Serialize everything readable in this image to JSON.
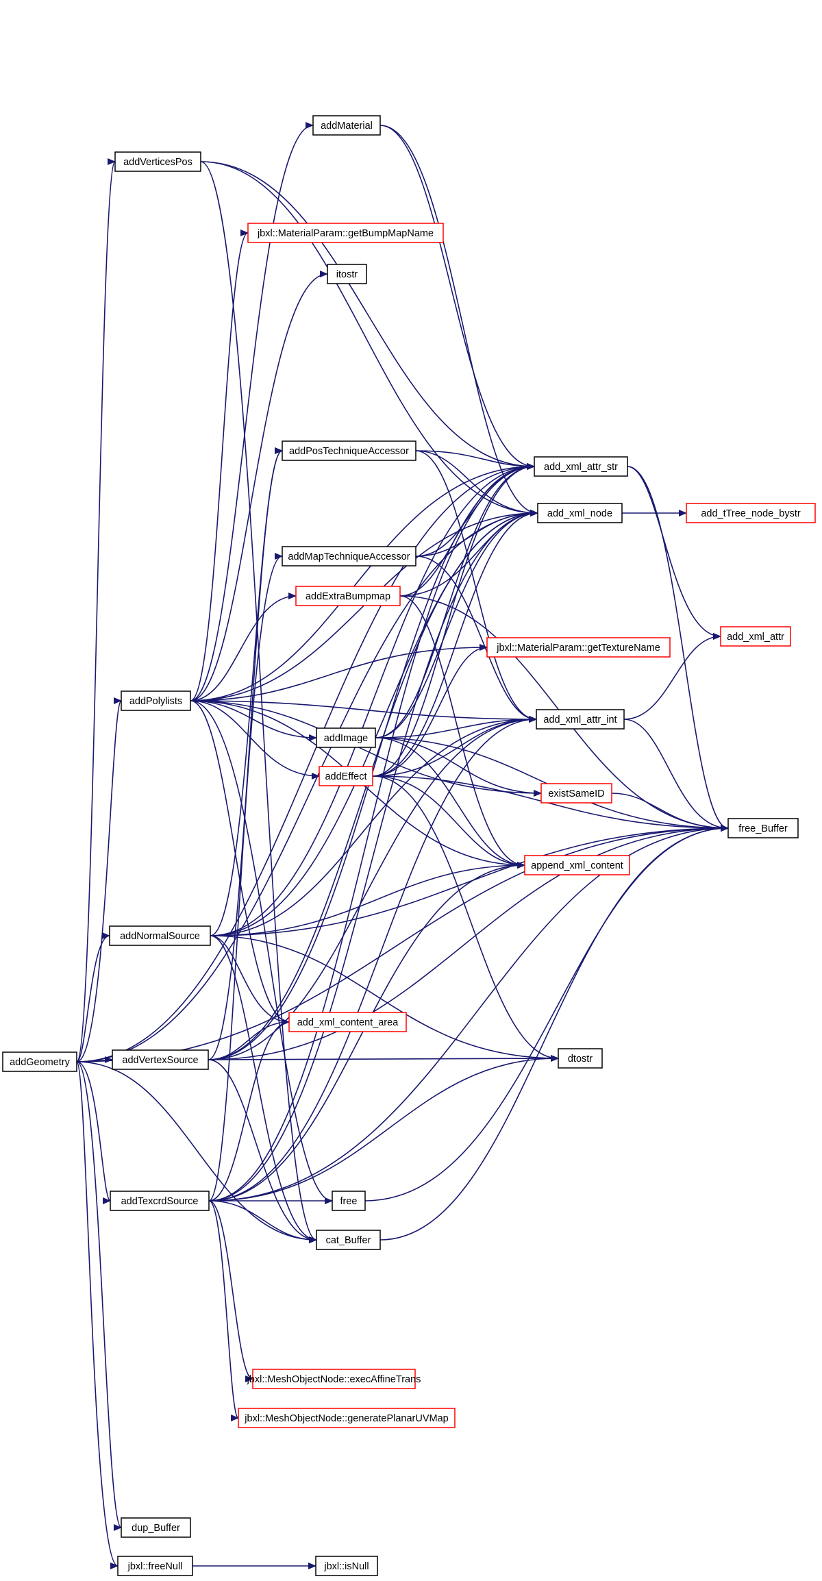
{
  "colors": {
    "edge": "#191970",
    "node_border": "#000000",
    "node_border_truncated": "#ff0000",
    "root_fill": "#bfbfbf",
    "node_fill": "#ffffff"
  },
  "nodes": [
    {
      "id": "addGeometry",
      "label": "addGeometry",
      "kind": "root"
    },
    {
      "id": "addVerticesPos",
      "label": "addVerticesPos",
      "kind": "normal"
    },
    {
      "id": "addPolylists",
      "label": "addPolylists",
      "kind": "normal"
    },
    {
      "id": "addNormalSource",
      "label": "addNormalSource",
      "kind": "normal"
    },
    {
      "id": "addVertexSource",
      "label": "addVertexSource",
      "kind": "normal"
    },
    {
      "id": "addTexcrdSource",
      "label": "addTexcrdSource",
      "kind": "normal"
    },
    {
      "id": "dup_Buffer",
      "label": "dup_Buffer",
      "kind": "normal"
    },
    {
      "id": "freeNull",
      "label": "jbxl::freeNull",
      "kind": "normal"
    },
    {
      "id": "addMaterial",
      "label": "addMaterial",
      "kind": "normal"
    },
    {
      "id": "getBumpMapName",
      "label": "jbxl::MaterialParam::getBumpMapName",
      "kind": "truncated"
    },
    {
      "id": "itostr",
      "label": "itostr",
      "kind": "normal"
    },
    {
      "id": "addPosTechniqueAccessor",
      "label": "addPosTechniqueAccessor",
      "kind": "normal"
    },
    {
      "id": "addMapTechniqueAccessor",
      "label": "addMapTechniqueAccessor",
      "kind": "normal"
    },
    {
      "id": "addExtraBumpmap",
      "label": "addExtraBumpmap",
      "kind": "truncated"
    },
    {
      "id": "addImage",
      "label": "addImage",
      "kind": "normal"
    },
    {
      "id": "addEffect",
      "label": "addEffect",
      "kind": "truncated"
    },
    {
      "id": "add_xml_content_area",
      "label": "add_xml_content_area",
      "kind": "truncated"
    },
    {
      "id": "free",
      "label": "free",
      "kind": "normal"
    },
    {
      "id": "cat_Buffer",
      "label": "cat_Buffer",
      "kind": "normal"
    },
    {
      "id": "execAffineTrans",
      "label": "jbxl::MeshObjectNode::execAffineTrans",
      "kind": "truncated"
    },
    {
      "id": "generatePlanarUVMap",
      "label": "jbxl::MeshObjectNode::generatePlanarUVMap",
      "kind": "truncated"
    },
    {
      "id": "isNull",
      "label": "jbxl::isNull",
      "kind": "normal"
    },
    {
      "id": "add_xml_attr_str",
      "label": "add_xml_attr_str",
      "kind": "normal"
    },
    {
      "id": "add_xml_node",
      "label": "add_xml_node",
      "kind": "normal"
    },
    {
      "id": "getTextureName",
      "label": "jbxl::MaterialParam::getTextureName",
      "kind": "truncated"
    },
    {
      "id": "add_xml_attr_int",
      "label": "add_xml_attr_int",
      "kind": "normal"
    },
    {
      "id": "existSameID",
      "label": "existSameID",
      "kind": "truncated"
    },
    {
      "id": "append_xml_content",
      "label": "append_xml_content",
      "kind": "truncated"
    },
    {
      "id": "dtostr",
      "label": "dtostr",
      "kind": "normal"
    },
    {
      "id": "add_tTree_node_bystr",
      "label": "add_tTree_node_bystr",
      "kind": "truncated"
    },
    {
      "id": "add_xml_attr",
      "label": "add_xml_attr",
      "kind": "truncated"
    },
    {
      "id": "free_Buffer",
      "label": "free_Buffer",
      "kind": "normal"
    }
  ],
  "edges": [
    [
      "addGeometry",
      "addVerticesPos"
    ],
    [
      "addGeometry",
      "addPolylists"
    ],
    [
      "addGeometry",
      "addNormalSource"
    ],
    [
      "addGeometry",
      "addVertexSource"
    ],
    [
      "addGeometry",
      "addTexcrdSource"
    ],
    [
      "addGeometry",
      "dup_Buffer"
    ],
    [
      "addGeometry",
      "freeNull"
    ],
    [
      "addGeometry",
      "add_xml_attr_str"
    ],
    [
      "addGeometry",
      "add_xml_node"
    ],
    [
      "addGeometry",
      "cat_Buffer"
    ],
    [
      "addGeometry",
      "free_Buffer"
    ],
    [
      "addVerticesPos",
      "add_xml_attr_str"
    ],
    [
      "addVerticesPos",
      "add_xml_node"
    ],
    [
      "addVerticesPos",
      "cat_Buffer"
    ],
    [
      "addPolylists",
      "addMaterial"
    ],
    [
      "addPolylists",
      "getBumpMapName"
    ],
    [
      "addPolylists",
      "itostr"
    ],
    [
      "addPolylists",
      "addExtraBumpmap"
    ],
    [
      "addPolylists",
      "addImage"
    ],
    [
      "addPolylists",
      "addEffect"
    ],
    [
      "addPolylists",
      "add_xml_attr_str"
    ],
    [
      "addPolylists",
      "add_xml_node"
    ],
    [
      "addPolylists",
      "getTextureName"
    ],
    [
      "addPolylists",
      "add_xml_attr_int"
    ],
    [
      "addPolylists",
      "existSameID"
    ],
    [
      "addPolylists",
      "append_xml_content"
    ],
    [
      "addPolylists",
      "add_xml_content_area"
    ],
    [
      "addPolylists",
      "free"
    ],
    [
      "addNormalSource",
      "addPosTechniqueAccessor"
    ],
    [
      "addNormalSource",
      "add_xml_attr_str"
    ],
    [
      "addNormalSource",
      "add_xml_node"
    ],
    [
      "addNormalSource",
      "add_xml_attr_int"
    ],
    [
      "addNormalSource",
      "append_xml_content"
    ],
    [
      "addNormalSource",
      "add_xml_content_area"
    ],
    [
      "addNormalSource",
      "dtostr"
    ],
    [
      "addNormalSource",
      "cat_Buffer"
    ],
    [
      "addNormalSource",
      "free_Buffer"
    ],
    [
      "addVertexSource",
      "addPosTechniqueAccessor"
    ],
    [
      "addVertexSource",
      "add_xml_attr_str"
    ],
    [
      "addVertexSource",
      "add_xml_node"
    ],
    [
      "addVertexSource",
      "add_xml_attr_int"
    ],
    [
      "addVertexSource",
      "add_xml_content_area"
    ],
    [
      "addVertexSource",
      "dtostr"
    ],
    [
      "addVertexSource",
      "cat_Buffer"
    ],
    [
      "addVertexSource",
      "free_Buffer"
    ],
    [
      "addTexcrdSource",
      "addMapTechniqueAccessor"
    ],
    [
      "addTexcrdSource",
      "add_xml_attr_str"
    ],
    [
      "addTexcrdSource",
      "add_xml_node"
    ],
    [
      "addTexcrdSource",
      "add_xml_attr_int"
    ],
    [
      "addTexcrdSource",
      "append_xml_content"
    ],
    [
      "addTexcrdSource",
      "add_xml_content_area"
    ],
    [
      "addTexcrdSource",
      "free"
    ],
    [
      "addTexcrdSource",
      "cat_Buffer"
    ],
    [
      "addTexcrdSource",
      "execAffineTrans"
    ],
    [
      "addTexcrdSource",
      "generatePlanarUVMap"
    ],
    [
      "addTexcrdSource",
      "dtostr"
    ],
    [
      "addTexcrdSource",
      "free_Buffer"
    ],
    [
      "freeNull",
      "isNull"
    ],
    [
      "addMaterial",
      "add_xml_attr_str"
    ],
    [
      "addMaterial",
      "add_xml_node"
    ],
    [
      "addPosTechniqueAccessor",
      "add_xml_attr_str"
    ],
    [
      "addPosTechniqueAccessor",
      "add_xml_node"
    ],
    [
      "addPosTechniqueAccessor",
      "add_xml_attr_int"
    ],
    [
      "addMapTechniqueAccessor",
      "add_xml_attr_str"
    ],
    [
      "addMapTechniqueAccessor",
      "add_xml_node"
    ],
    [
      "addMapTechniqueAccessor",
      "add_xml_attr_int"
    ],
    [
      "addExtraBumpmap",
      "add_xml_attr_str"
    ],
    [
      "addExtraBumpmap",
      "add_xml_node"
    ],
    [
      "addExtraBumpmap",
      "append_xml_content"
    ],
    [
      "addExtraBumpmap",
      "free_Buffer"
    ],
    [
      "addImage",
      "add_xml_attr_str"
    ],
    [
      "addImage",
      "add_xml_node"
    ],
    [
      "addImage",
      "add_xml_attr_int"
    ],
    [
      "addImage",
      "existSameID"
    ],
    [
      "addImage",
      "append_xml_content"
    ],
    [
      "addImage",
      "free_Buffer"
    ],
    [
      "addEffect",
      "add_xml_attr_str"
    ],
    [
      "addEffect",
      "add_xml_node"
    ],
    [
      "addEffect",
      "add_xml_attr_int"
    ],
    [
      "addEffect",
      "getTextureName"
    ],
    [
      "addEffect",
      "append_xml_content"
    ],
    [
      "addEffect",
      "dtostr"
    ],
    [
      "addEffect",
      "free_Buffer"
    ],
    [
      "free",
      "free_Buffer"
    ],
    [
      "cat_Buffer",
      "free_Buffer"
    ],
    [
      "existSameID",
      "free_Buffer"
    ],
    [
      "add_xml_attr_str",
      "add_xml_attr"
    ],
    [
      "add_xml_attr_str",
      "free_Buffer"
    ],
    [
      "add_xml_node",
      "add_tTree_node_bystr"
    ],
    [
      "add_xml_attr_int",
      "add_xml_attr"
    ],
    [
      "add_xml_attr_int",
      "free_Buffer"
    ]
  ]
}
